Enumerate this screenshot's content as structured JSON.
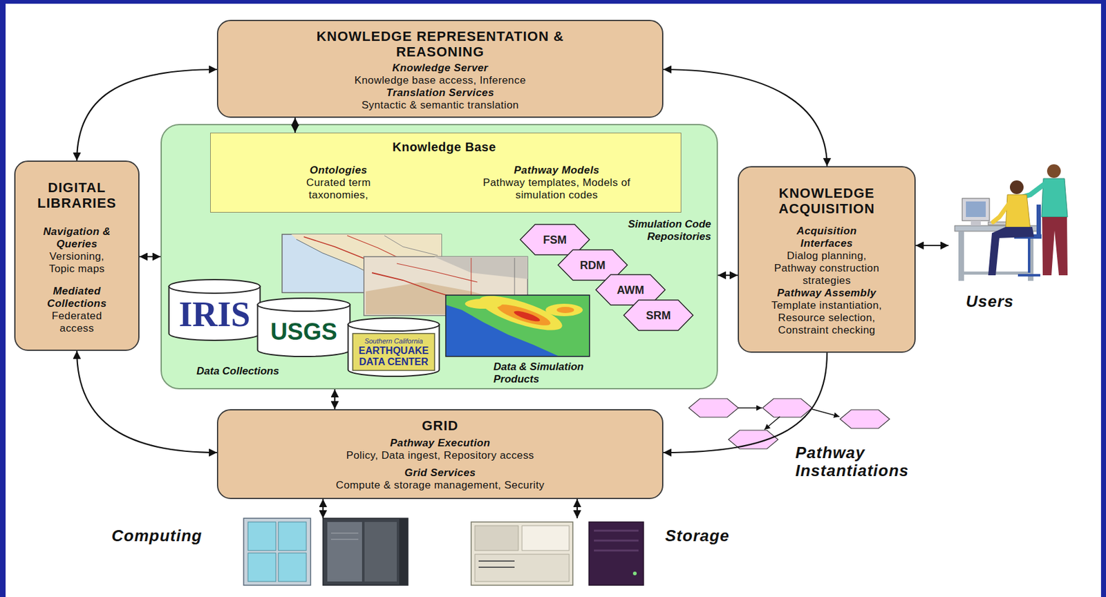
{
  "diagram": {
    "nodes": [
      {
        "text": [
          "KNOWLEDGE REPRESENTATION & REASONING",
          "Knowledge Server",
          "Knowledge base access, Inference",
          "Translation Services",
          "Syntactic & semantic translation"
        ]
      },
      {
        "text": [
          "DIGITAL LIBRARIES",
          "Navigation & Queries",
          "Versioning, Topic maps",
          "Mediated Collections",
          "Federated access"
        ]
      },
      {
        "text": [
          "Simulation Code Repositories",
          "Data Collections",
          "Data & Simulation Products"
        ]
      },
      {
        "text": [
          "Knowledge Base",
          "Ontologies",
          "Curated term taxonomies,",
          "Pathway Models",
          "Pathway templates, Models of simulation codes"
        ],
        "in": 2
      },
      {
        "text": [
          "IRIS"
        ],
        "in": 2
      },
      {
        "text": [
          "USGS"
        ],
        "in": 2
      },
      {
        "text": [
          "Southern California",
          "EARTHQUAKE DATA CENTER"
        ],
        "in": 2
      },
      {
        "text": [
          "FSM"
        ],
        "in": 2
      },
      {
        "text": [
          "RDM"
        ],
        "in": 2
      },
      {
        "text": [
          "AWM"
        ],
        "in": 2
      },
      {
        "text": [
          "SRM"
        ],
        "in": 2
      },
      {
        "text": [
          "KNOWLEDGE ACQUISITION",
          "Acquisition Interfaces",
          "Dialog planning, Pathway construction strategies",
          "Pathway Assembly",
          "Template instantiation, Resource selection, Constraint checking"
        ]
      },
      {
        "text": [
          "GRID",
          "Pathway Execution",
          "Policy, Data ingest, Repository access",
          "Grid Services",
          "Compute & storage management, Security"
        ]
      },
      {
        "text": [
          "Users"
        ]
      },
      {
        "text": [
          "Computing"
        ]
      },
      {
        "text": [
          "Storage"
        ]
      }
    ],
    "edges": [
      {
        "from": 0,
        "to": 1,
        "arrow": "both"
      },
      {
        "from": 0,
        "to": 11,
        "arrow": "both"
      },
      {
        "from": 0,
        "to": 3,
        "arrow": "both"
      },
      {
        "from": 1,
        "to": 2,
        "arrow": "both"
      },
      {
        "from": 1,
        "to": 12,
        "arrow": "both"
      },
      {
        "from": 11,
        "to": 2,
        "arrow": "both"
      },
      {
        "from": 11,
        "to": 13,
        "arrow": "both"
      },
      {
        "from": 2,
        "to": 12,
        "arrow": "both"
      },
      {
        "from": 11,
        "to": 12,
        "arrow": "to"
      },
      {
        "from": 12,
        "to": 14,
        "arrow": "both"
      },
      {
        "from": 12,
        "to": 15,
        "arrow": "both"
      }
    ],
    "labels": [
      "Pathway Instantiations"
    ]
  }
}
